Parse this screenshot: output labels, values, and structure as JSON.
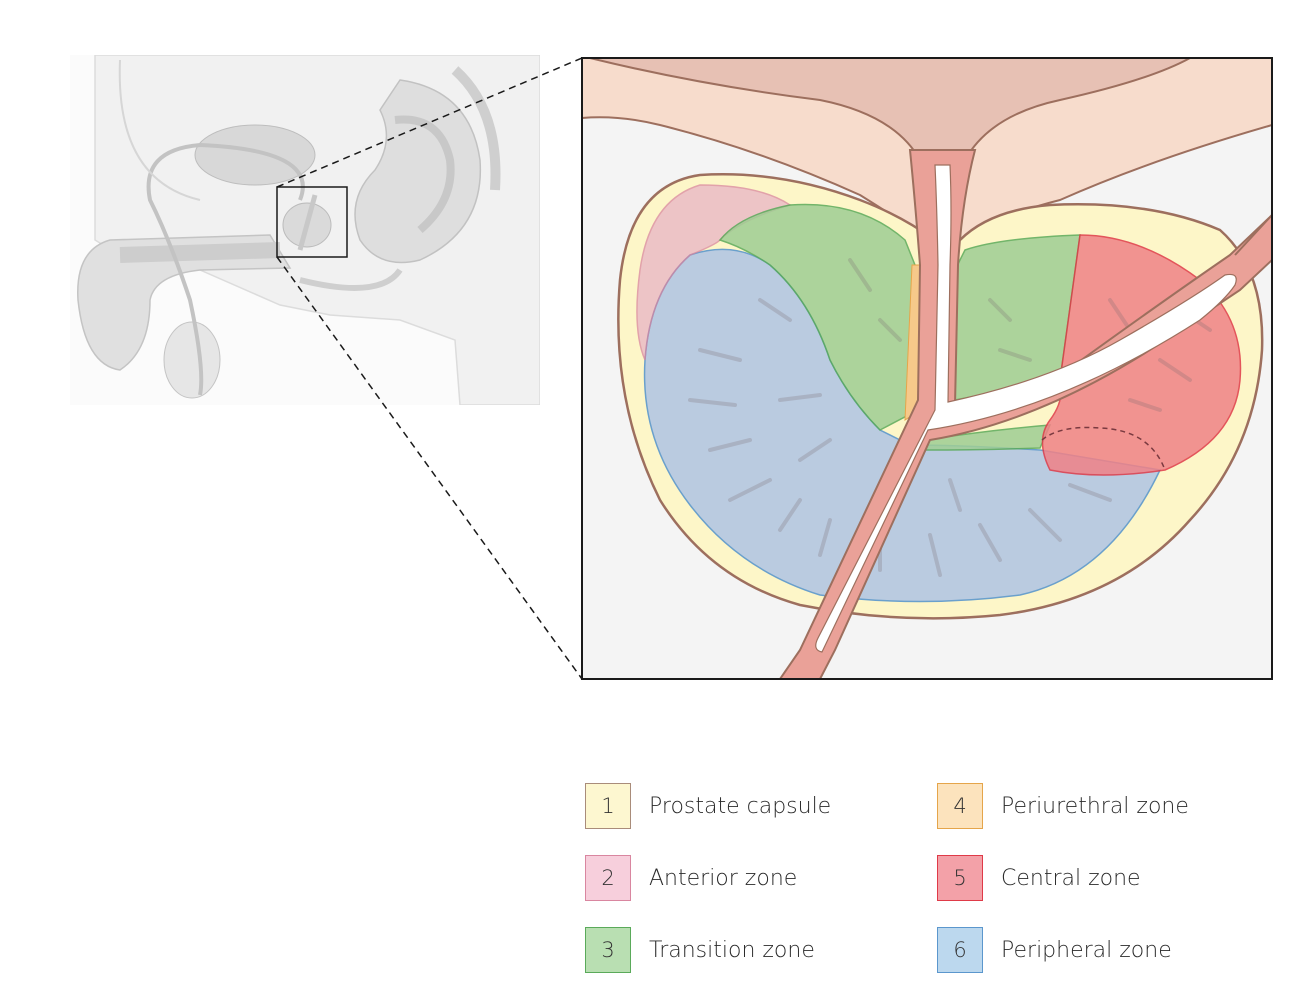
{
  "legend": [
    {
      "number": "1",
      "label": "Prostate capsule",
      "fill": "#fdf7d0",
      "border": "#a98c7a"
    },
    {
      "number": "2",
      "label": "Anterior zone",
      "fill": "#f7cfdc",
      "border": "#d986a0"
    },
    {
      "number": "3",
      "label": "Transition zone",
      "fill": "#b9dfb2",
      "border": "#5aaa5a"
    },
    {
      "number": "4",
      "label": "Periurethral zone",
      "fill": "#fce3bd",
      "border": "#e5a54a"
    },
    {
      "number": "5",
      "label": "Central zone",
      "fill": "#f3a1a8",
      "border": "#df3a48"
    },
    {
      "number": "6",
      "label": "Peripheral zone",
      "fill": "#bcd8ee",
      "border": "#5b97cd"
    }
  ],
  "colors": {
    "capsule": "#fdf6c8",
    "capsule_outline": "#9d6f5e",
    "anterior": "#e8b4c6",
    "transition": "#9fce94",
    "periurethral": "#f6c98a",
    "central": "#f08287",
    "peripheral": "#b3c7e3",
    "urethra": "#eaa198",
    "bladder": "#e7c1b4",
    "frame_bg": "#f4f4f4"
  }
}
